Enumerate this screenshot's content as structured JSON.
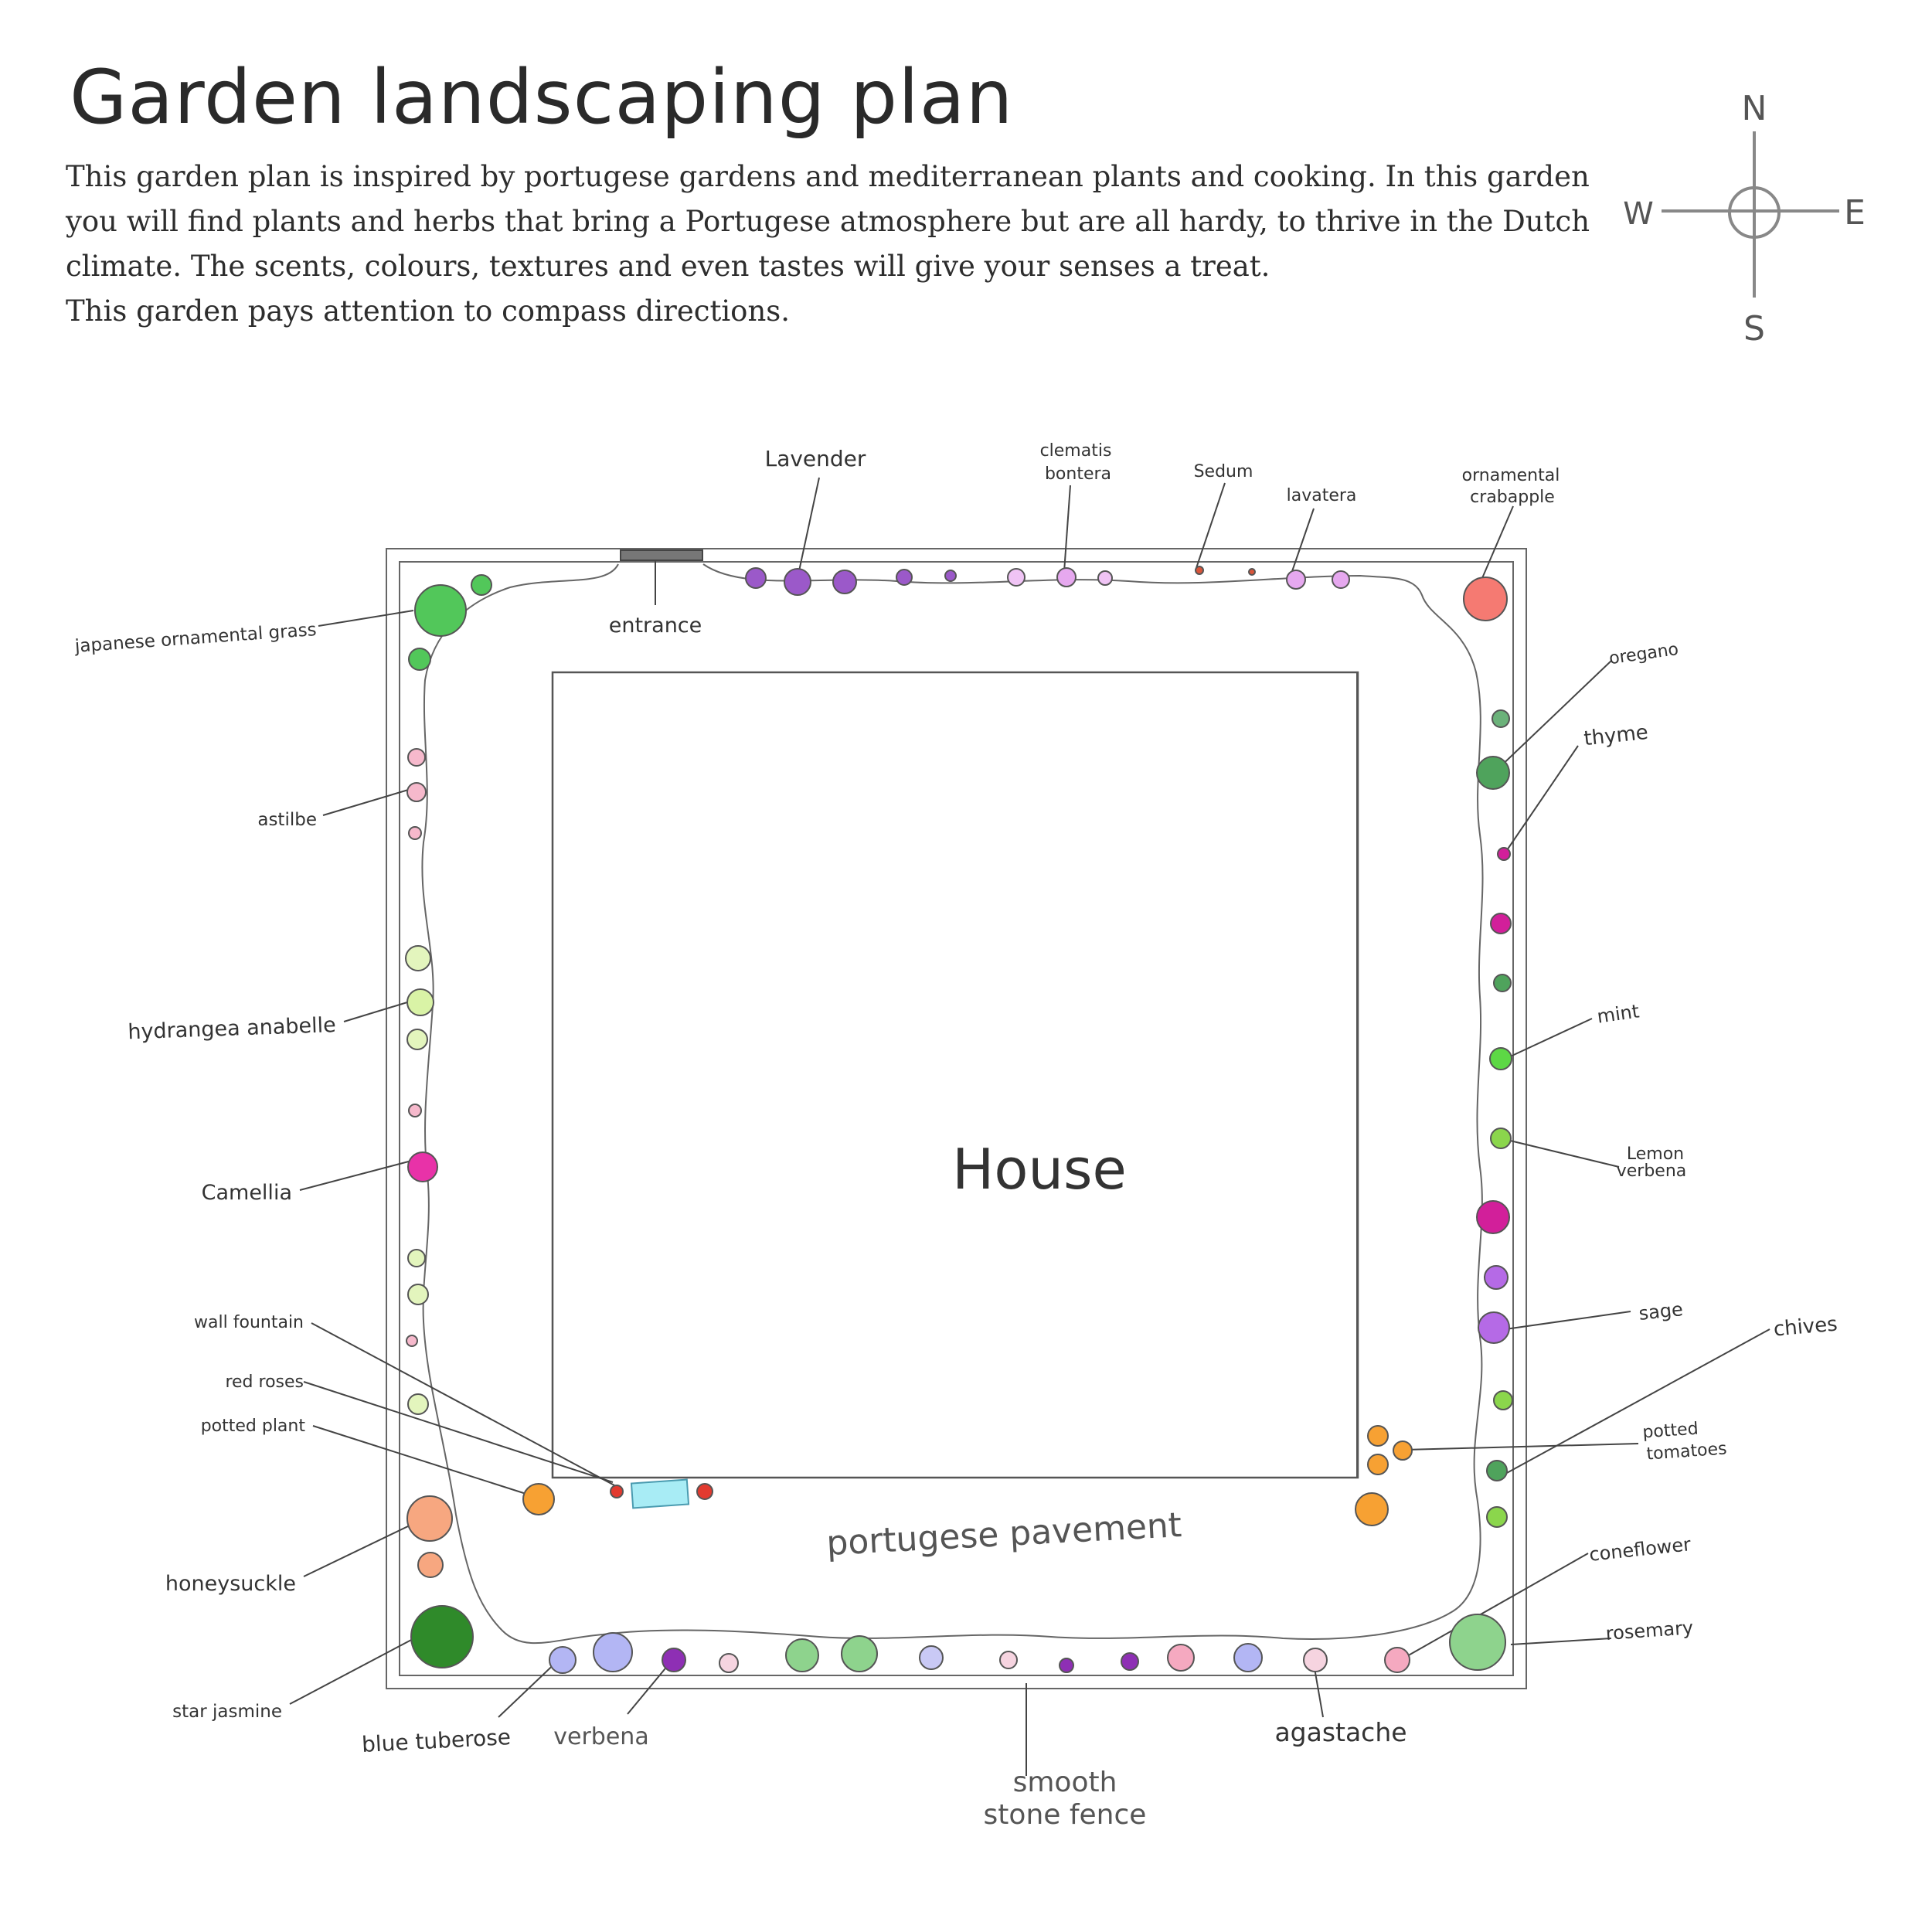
{
  "title": "Garden landscaping plan",
  "intro_lines": [
    "This garden plan is inspired by portugese gardens and mediterranean plants and cooking. In this garden",
    "you will find plants and herbs that bring a Portugese atmosphere but are all hardy, to thrive in the Dutch",
    "climate. The scents, colours, textures and even tastes will give your senses a treat.",
    "This garden pays attention to compass directions."
  ],
  "compass": {
    "n": "N",
    "e": "E",
    "s": "S",
    "w": "W"
  },
  "house_label": "House",
  "pavement_label": "portugese pavement",
  "entrance_label": "entrance",
  "fence_label_line1": "smooth",
  "fence_label_line2": "stone fence",
  "labels": {
    "lavender": "Lavender",
    "clematis_1": "clematis",
    "clematis_2": "bontera",
    "sedum": "Sedum",
    "lavatera": "lavatera",
    "crabapple_1": "ornamental",
    "crabapple_2": "crabapple",
    "grass": "japanese ornamental grass",
    "astilbe": "astilbe",
    "hydrangea": "hydrangea anabelle",
    "camellia": "Camellia",
    "wall_fountain": "wall fountain",
    "red_roses": "red roses",
    "potted_plant": "potted plant",
    "honeysuckle": "honeysuckle",
    "star_jasmine": "star jasmine",
    "blue_tuberose": "blue tuberose",
    "verbena": "verbena",
    "agastache": "agastache",
    "oregano": "oregano",
    "thyme": "thyme",
    "mint": "mint",
    "lemon_verbena_1": "Lemon",
    "lemon_verbena_2": "verbena",
    "sage": "sage",
    "chives": "chives",
    "potted_tomatoes_1": "potted",
    "potted_tomatoes_2": "tomatoes",
    "coneflower": "coneflower",
    "rosemary": "rosemary"
  },
  "colors": {
    "lavender": "#9b59c9",
    "clematis": "#e6a8ef",
    "sedum": "#d9553a",
    "crabapple": "#f57a72",
    "grass": "#52c75a",
    "astilbe": "#f6b9cc",
    "hydrangea": "#d9f3a6",
    "camellia": "#e832a8",
    "orange": "#f7a133",
    "honeysuckle": "#f7a780",
    "jasmine": "#2f8a2a",
    "tuberose": "#b3b6f4",
    "verbena": "#8e2fb4",
    "herb_green": "#4fa35c",
    "thyme": "#d21f9a",
    "mint": "#5dd845",
    "lemon_verbena": "#8bd64c",
    "sage": "#b56ae6",
    "red": "#e23a2f",
    "fountain": "#a8ecf5"
  }
}
